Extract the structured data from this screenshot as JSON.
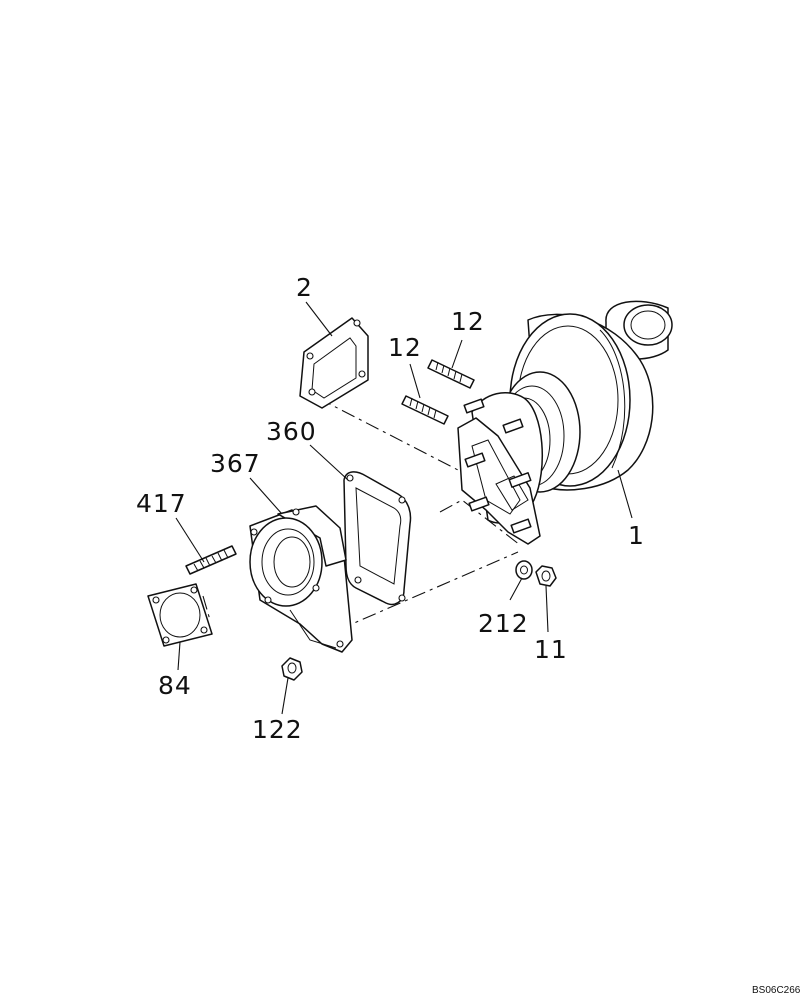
{
  "diagram": {
    "labels": {
      "turbocharger": "1",
      "gasket_top": "2",
      "stud_upper_right": "12",
      "stud_upper_left": "12",
      "gasket_360": "360",
      "elbow_367": "367",
      "stud_417": "417",
      "gasket_84": "84",
      "washer_212": "212",
      "nut_11": "11",
      "nut_122": "122"
    },
    "drawing_code": "BS06C266"
  }
}
